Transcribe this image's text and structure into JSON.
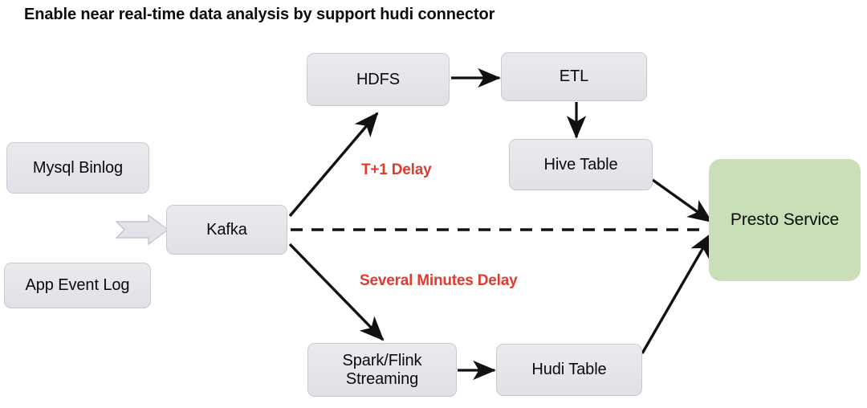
{
  "title": "Enable near real-time data analysis by support hudi connector",
  "colors": {
    "node_fill": "#e5e6eb",
    "node_border": "#c9cbd2",
    "highlight_fill": "#cadfb8",
    "accent_red": "#e23a2e",
    "edge": "#111111",
    "background": "#ffffff"
  },
  "nodes": [
    {
      "id": "mysql-binlog",
      "label": "Mysql Binlog",
      "kind": "source"
    },
    {
      "id": "app-event-log",
      "label": "App Event Log",
      "kind": "source"
    },
    {
      "id": "kafka",
      "label": "Kafka",
      "kind": "queue"
    },
    {
      "id": "hdfs",
      "label": "HDFS",
      "kind": "storage"
    },
    {
      "id": "etl",
      "label": "ETL",
      "kind": "process"
    },
    {
      "id": "hive-table",
      "label": "Hive Table",
      "kind": "table"
    },
    {
      "id": "spark-flink-streaming",
      "label": "Spark/Flink\nStreaming",
      "line1": "Spark/Flink",
      "line2": "Streaming",
      "kind": "process"
    },
    {
      "id": "hudi-table",
      "label": "Hudi Table",
      "kind": "table"
    },
    {
      "id": "presto-service",
      "label": "Presto Service",
      "kind": "service"
    }
  ],
  "annotations": [
    {
      "id": "t1-delay",
      "text": "T+1 Delay"
    },
    {
      "id": "several-minutes-delay",
      "text": "Several Minutes Delay"
    }
  ],
  "edges": [
    {
      "from": "sources",
      "to": "kafka",
      "style": "block-arrow"
    },
    {
      "from": "kafka",
      "to": "hdfs",
      "style": "solid-arrow"
    },
    {
      "from": "hdfs",
      "to": "etl",
      "style": "solid-arrow"
    },
    {
      "from": "etl",
      "to": "hive-table",
      "style": "solid-arrow"
    },
    {
      "from": "hive-table",
      "to": "presto-service",
      "style": "solid-arrow"
    },
    {
      "from": "kafka",
      "to": "presto-service",
      "style": "dashed-line"
    },
    {
      "from": "kafka",
      "to": "spark-flink-streaming",
      "style": "solid-arrow"
    },
    {
      "from": "spark-flink-streaming",
      "to": "hudi-table",
      "style": "solid-arrow"
    },
    {
      "from": "hudi-table",
      "to": "presto-service",
      "style": "solid-arrow"
    }
  ]
}
